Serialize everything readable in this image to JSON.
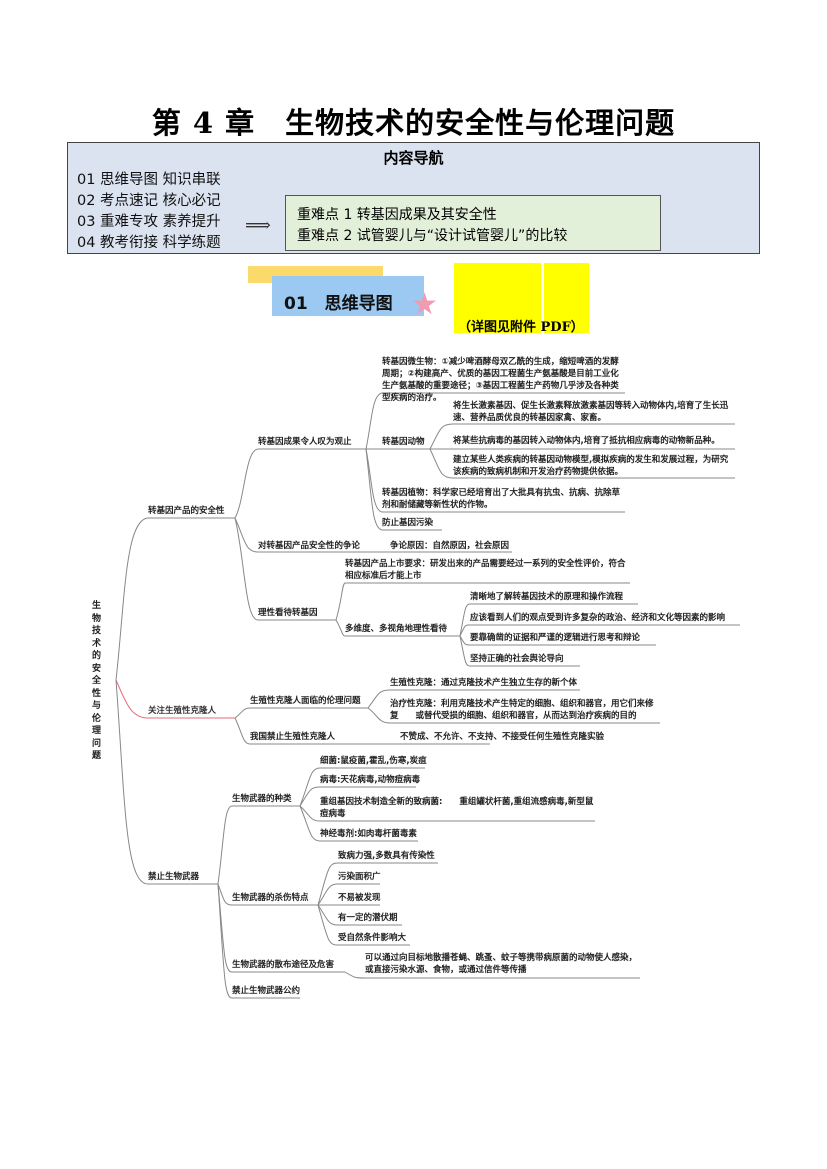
{
  "title": "第 4 章　生物技术的安全性与伦理问题",
  "nav": {
    "heading": "内容导航",
    "items": [
      "01  思维导图  知识串联",
      "02  考点速记  核心必记",
      "03  重难专攻  素养提升",
      "04  教考衔接  科学练题"
    ],
    "key_points": [
      "重难点 1 转基因成果及其安全性",
      "重难点 2 试管婴儿与“设计试管婴儿”的比较"
    ]
  },
  "section": {
    "label": "01　思维导图",
    "note": "（详图见附件 PDF）"
  },
  "mindmap": {
    "root": "生物技术的安全性与伦理问题",
    "b1": "转基因产品的安全性",
    "b1a": "转基因成果令人叹为观止",
    "b1a_micro": "转基因微生物：①减少啤酒酵母双乙酰的生成，缩短啤酒的发酵周期；②构建高产、优质的基因工程菌生产氨基酸是目前工业化生产氨基酸的重要途径；③基因工程菌生产药物几乎涉及各种类型疾病的治疗。",
    "b1a_animal": "转基因动物",
    "b1a_animal_items": [
      "将生长激素基因、促生长激素释放激素基因等转入动物体内,培育了生长迅速、营养品质优良的转基因家禽、家畜。",
      "将某些抗病毒的基因转入动物体内,培育了抵抗相应病毒的动物新品种。",
      "建立某些人类疾病的转基因动物模型,模拟疾病的发生和发展过程，为研究　　该疾病的致病机制和开发治疗药物提供依据。"
    ],
    "b1a_plant": "转基因植物：科学家已经培育出了大批具有抗虫、抗病、抗除草剂和耐储藏等新性状的作物。",
    "b1a_pollution": "防止基因污染",
    "b1b": "对转基因产品安全性的争论",
    "b1b_reason": "争论原因：自然原因，社会原因",
    "b1c": "理性看待转基因",
    "b1c_market": "转基因产品上市要求：研发出来的产品需要经过一系列的安全性评价，符合相应标准后才能上市",
    "b1c_multi": "多维度、多视角地理性看待",
    "b1c_multi_items": [
      "清晰地了解转基因技术的原理和操作流程",
      "应该看到人们的观点受到许多复杂的政治、经济和文化等因素的影响",
      "要靠确凿的证据和严谨的逻辑进行思考和辩论",
      "坚持正确的社会舆论导向"
    ],
    "b2": "关注生殖性克隆人",
    "b2a": "生殖性克隆人面临的伦理问题",
    "b2a_items": [
      "生殖性克隆：通过克隆技术产生独立生存的新个体",
      "治疗性克隆：利用克隆技术产生特定的细胞、组织和器官，用它们来修复　　或替代受损的细胞、组织和器官，从而达到治疗疾病的目的"
    ],
    "b2b": "我国禁止生殖性克隆人",
    "b2b_item": "不赞成、不允许、不支持、不接受任何生殖性克隆实验",
    "b3": "禁止生物武器",
    "b3a": "生物武器的种类",
    "b3a_items": [
      "细菌:鼠疫菌,霍乱,伤寒,炭疽",
      "病毒:天花病毒,动物痘病毒",
      "重组基因技术制造全新的致病菌:　　重组罐状杆菌,重组流感病毒,新型鼠痘病毒",
      "神经毒剂:如肉毒杆菌毒素"
    ],
    "b3b": "生物武器的杀伤特点",
    "b3b_items": [
      "致病力强,多数具有传染性",
      "污染面积广",
      "不易被发现",
      "有一定的潜伏期",
      "受自然条件影响大"
    ],
    "b3c": "生物武器的散布途径及危害",
    "b3c_item": "可以通过向目标地散播苍蝇、跳蚤、蚊子等携带病原菌的动物使人感染，或直接污染水源、食物，或通过信件等传播",
    "b3d": "禁止生物武器公约"
  },
  "colors": {
    "nav_bg": "#dbe3f1",
    "key_bg": "#e2efd9",
    "tag_blue": "#9bc9f2",
    "tag_yellow": "#fbd96b",
    "highlight": "#ffff00",
    "star": "#f19bb0"
  }
}
